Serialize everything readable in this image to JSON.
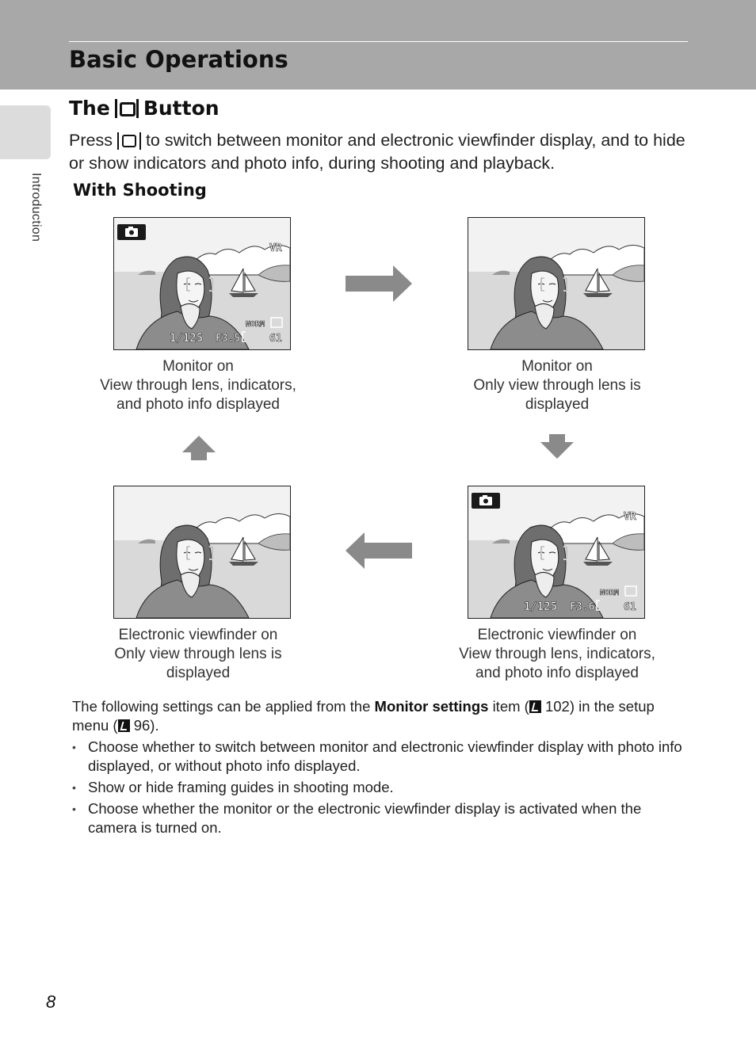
{
  "header": {
    "title": "Basic Operations"
  },
  "side_tab": {
    "label": "Introduction"
  },
  "section": {
    "title_before": "The",
    "title_after": "Button",
    "button_icon": "monitor-button-icon",
    "intro_before": "Press",
    "intro_after": "to switch between monitor and electronic viewfinder display, and to hide or show indicators and photo info, during shooting and playback."
  },
  "subheading": "With Shooting",
  "screens": [
    {
      "title": "Monitor on",
      "lines": [
        "View through lens, indicators,",
        "and photo info displayed"
      ],
      "shows_info": true
    },
    {
      "title": "Monitor on",
      "lines": [
        "Only view through lens is",
        "displayed"
      ],
      "shows_info": false
    },
    {
      "title": "Electronic viewfinder on",
      "lines": [
        "Only view through lens is",
        "displayed"
      ],
      "shows_info": false
    },
    {
      "title": "Electronic viewfinder on",
      "lines": [
        "View through lens, indicators,",
        "and photo info displayed"
      ],
      "shows_info": true
    }
  ],
  "screen_overlay": {
    "vr": "VR",
    "norm": "NORM",
    "shutter_tl": "1/125",
    "aperture_tl": "F3.5",
    "shutter_br": "1/125",
    "aperture_br": "F3.6",
    "frames": "61",
    "mode_icon": "camera-icon"
  },
  "arrows": {
    "right": "arrow-right-icon",
    "down": "arrow-down-icon",
    "left": "arrow-left-icon",
    "up": "arrow-up-icon",
    "color": "#8a8a8a"
  },
  "settings": {
    "intro_prefix": "The following settings can be applied from the",
    "menu_name": "Monitor settings",
    "intro_middle": "item (",
    "ref1": "102",
    "intro_suffix": ") in the setup menu (",
    "ref2": "96",
    "intro_end": ").",
    "bullets": [
      "Choose whether to switch between monitor and electronic viewfinder display with photo info displayed, or without photo info displayed.",
      "Show or hide framing guides in shooting mode.",
      "Choose whether the monitor or the electronic viewfinder display is activated when the camera is turned on."
    ]
  },
  "page_number": "8"
}
